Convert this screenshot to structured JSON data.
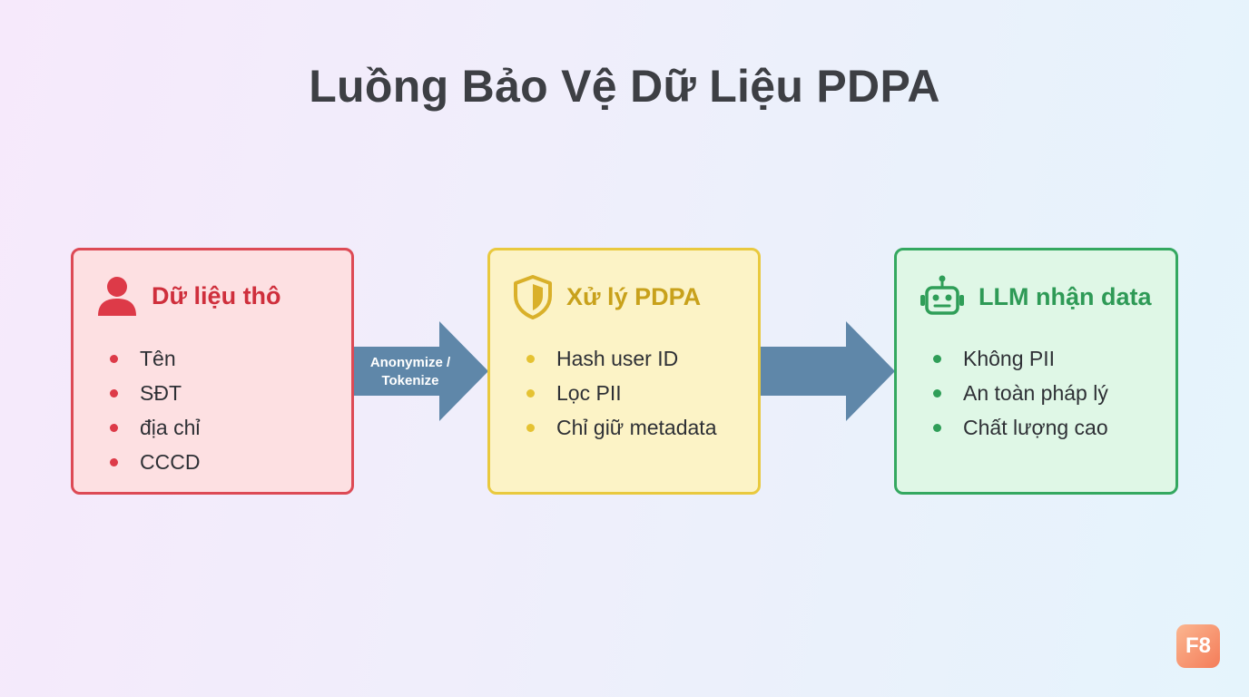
{
  "title": "Luồng Bảo Vệ Dữ Liệu PDPA",
  "colors": {
    "raw": "#dd4a55",
    "processing": "#e9c93e",
    "llm": "#34a860",
    "arrow": "#5f87a9"
  },
  "stages": [
    {
      "icon": "user-icon",
      "title": "Dữ liệu thô",
      "items": [
        "Tên",
        "SĐT",
        "địa chỉ",
        "CCCD"
      ]
    },
    {
      "icon": "shield-icon",
      "title": "Xử lý PDPA",
      "items": [
        "Hash user ID",
        "Lọc PII",
        "Chỉ giữ metadata"
      ]
    },
    {
      "icon": "robot-icon",
      "title": "LLM nhận data",
      "items": [
        "Không PII",
        "An toàn pháp lý",
        "Chất lượng cao"
      ]
    }
  ],
  "arrows": [
    {
      "label_line1": "Anonymize /",
      "label_line2": "Tokenize"
    },
    {
      "label_line1": "",
      "label_line2": ""
    }
  ],
  "logo": "F8"
}
